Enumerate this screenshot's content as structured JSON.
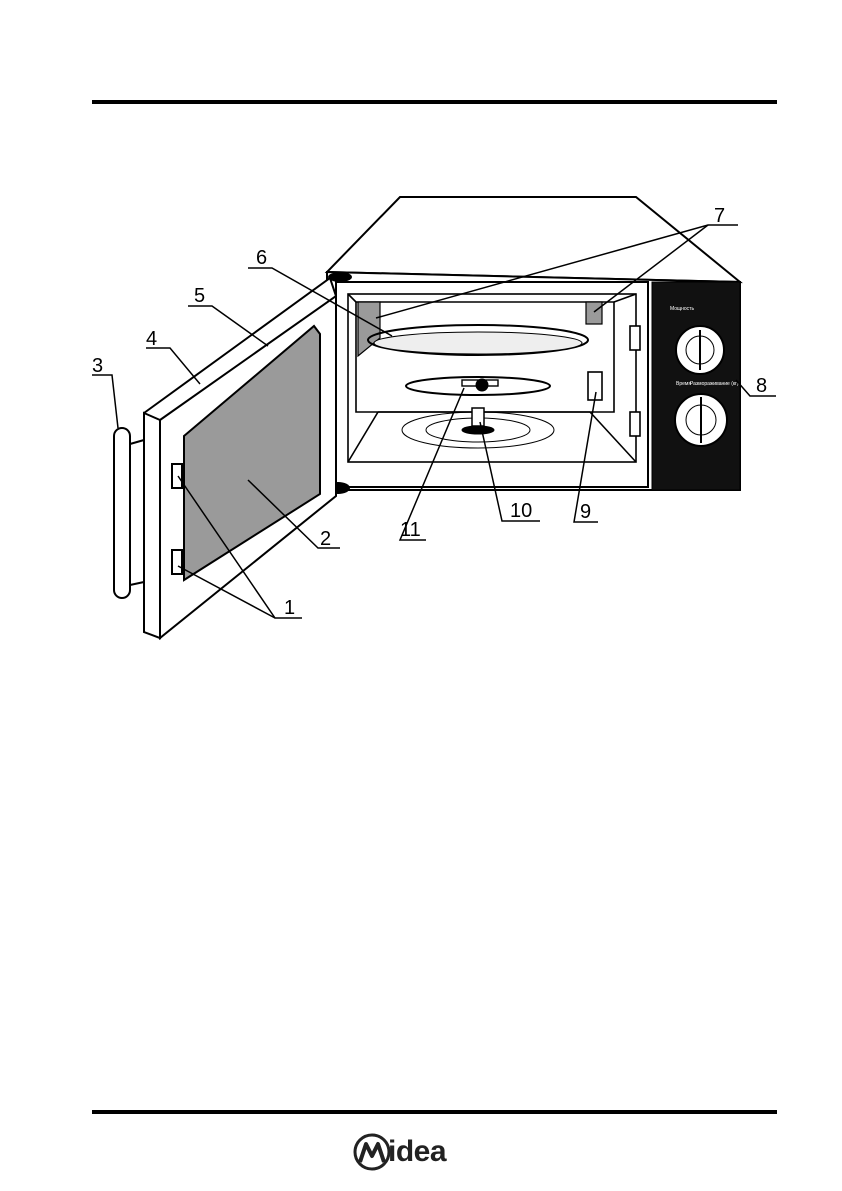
{
  "callouts": [
    {
      "id": "1",
      "label": "1"
    },
    {
      "id": "2",
      "label": "2"
    },
    {
      "id": "3",
      "label": "3"
    },
    {
      "id": "4",
      "label": "4"
    },
    {
      "id": "5",
      "label": "5"
    },
    {
      "id": "6",
      "label": "6"
    },
    {
      "id": "7",
      "label": "7"
    },
    {
      "id": "8",
      "label": "8"
    },
    {
      "id": "9",
      "label": "9"
    },
    {
      "id": "10",
      "label": "10"
    },
    {
      "id": "11",
      "label": "11"
    }
  ],
  "control_panel": {
    "power_label": "Мощность",
    "time_label": "Время",
    "defrost_label": "Размораживание (кг)"
  },
  "brand": {
    "name": "idea",
    "colors": {
      "ink": "#000000",
      "door_glass": "#9a9a9a",
      "panel": "#111111"
    }
  }
}
